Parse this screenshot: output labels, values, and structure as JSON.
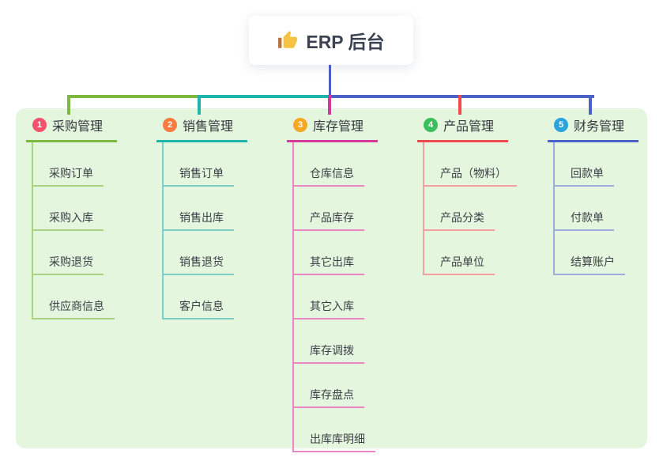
{
  "root": {
    "label": "ERP 后台",
    "icon": "thumbs-up-icon",
    "line_color": "#4B5FC7"
  },
  "panel": {
    "background": "#E5F6DF"
  },
  "branches": [
    {
      "number": "1",
      "label": "采购管理",
      "badge_color": "#F4516C",
      "line_color": "#7CB93E",
      "child_line_color": "#A9D283",
      "children": [
        "采购订单",
        "采购入库",
        "采购退货",
        "供应商信息"
      ]
    },
    {
      "number": "2",
      "label": "销售管理",
      "badge_color": "#F97B3D",
      "line_color": "#1FB5AB",
      "child_line_color": "#7FCFC9",
      "children": [
        "销售订单",
        "销售出库",
        "销售退货",
        "客户信息"
      ]
    },
    {
      "number": "3",
      "label": "库存管理",
      "badge_color": "#F6A723",
      "line_color": "#D5399B",
      "child_line_color": "#E986C3",
      "children": [
        "仓库信息",
        "产品库存",
        "其它出库",
        "其它入库",
        "库存调拨",
        "库存盘点",
        "出库库明细"
      ]
    },
    {
      "number": "4",
      "label": "产品管理",
      "badge_color": "#3BBE5E",
      "line_color": "#EE4B4E",
      "child_line_color": "#F5A0A0",
      "children": [
        "产品（物料）",
        "产品分类",
        "产品单位"
      ]
    },
    {
      "number": "5",
      "label": "财务管理",
      "badge_color": "#2BA3DC",
      "line_color": "#4B62C7",
      "child_line_color": "#9BACDF",
      "children": [
        "回款单",
        "付款单",
        "结算账户"
      ]
    }
  ]
}
